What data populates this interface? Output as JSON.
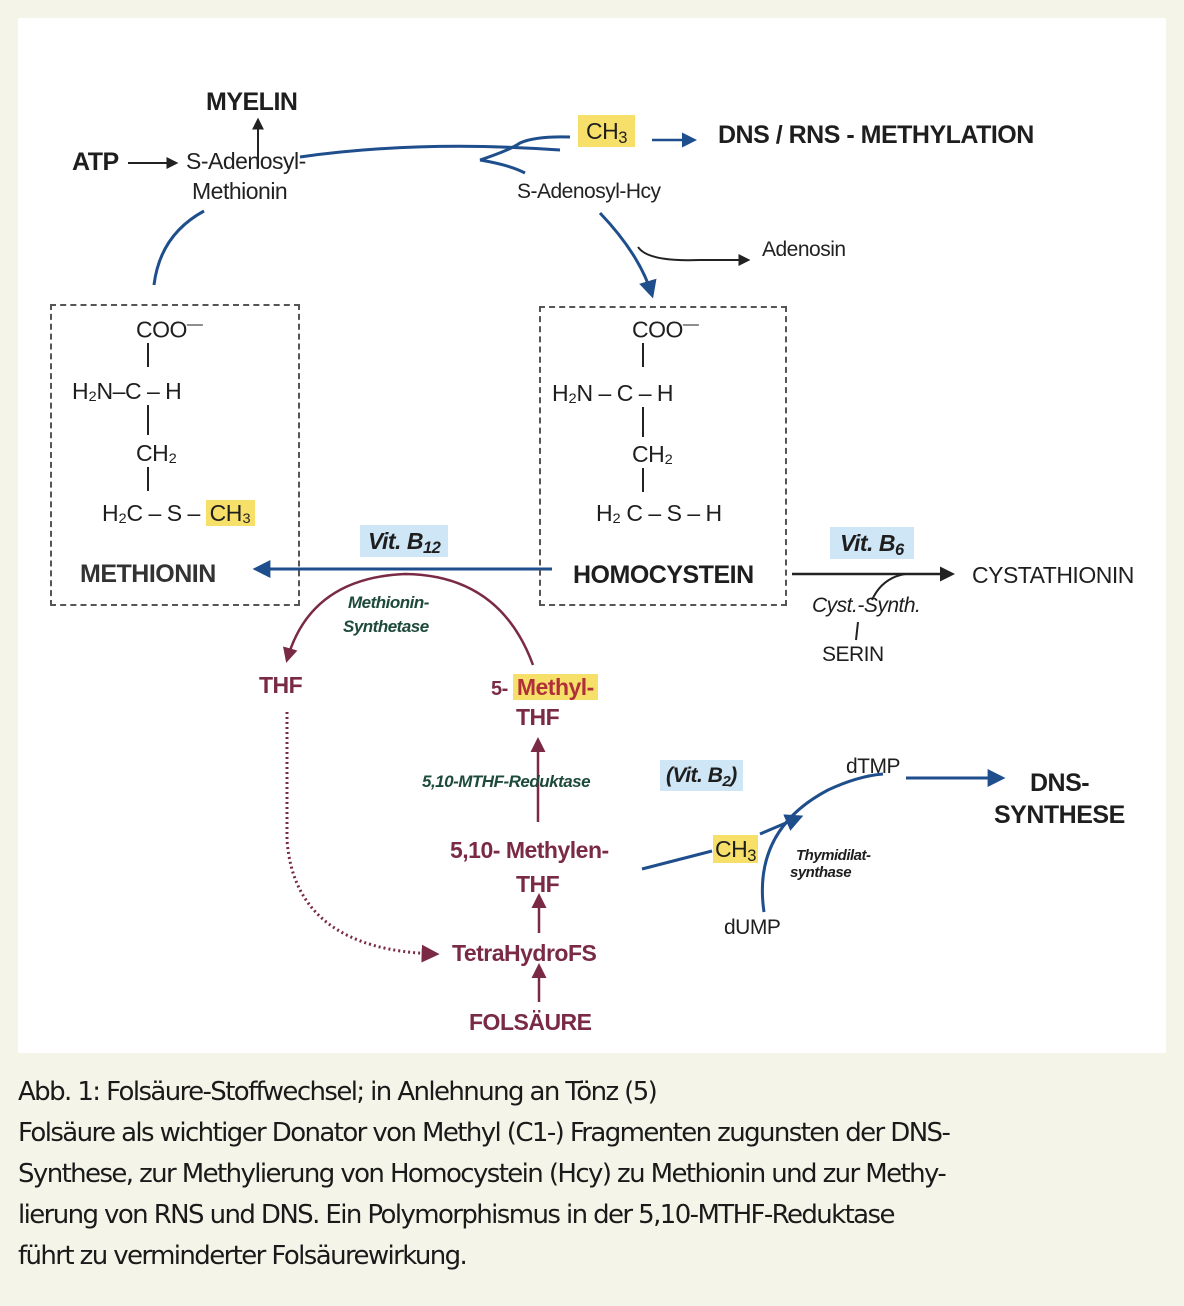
{
  "diagram": {
    "top": {
      "myelin": "MYELIN",
      "atp": "ATP",
      "sam_line1": "S-Adenosyl-",
      "sam_line2": "Methionin",
      "ch3": "CH",
      "ch3_sub": "3",
      "methylation": "DNS / RNS - METHYLATION",
      "sah": "S-Adenosyl-Hcy",
      "adenosin": "Adenosin"
    },
    "methionin_box": {
      "coo": "COO",
      "coo_charge": "—",
      "h2n_c_h": "H₂N–C – H",
      "ch2": "CH₂",
      "h2c_s": "H₂C – S –",
      "ch3": "CH₃",
      "name": "METHIONIN"
    },
    "homocystein_box": {
      "coo": "COO",
      "coo_charge": "—",
      "h2n_c_h": "H₂N – C – H",
      "ch2": "CH₂",
      "h2c_s_h": "H₂ C – S – H",
      "name": "HOMOCYSTEIN"
    },
    "middle": {
      "vit_b12": "Vit.  B",
      "vit_b12_sub": "12",
      "enzyme_line1": "Methionin-",
      "enzyme_line2": "Synthetase",
      "vit_b6": "Vit. B",
      "vit_b6_sub": "6",
      "cystathionin": "CYSTATHIONIN",
      "cyst_synth": "Cyst.-Synth.",
      "serin": "SERIN"
    },
    "folate": {
      "thf": "THF",
      "methyl_thf_prefix": "5- ",
      "methyl_thf_hl": "Methyl-",
      "methyl_thf_line2": "THF",
      "reduktase": "5,10-MTHF-Reduktase",
      "vit_b2": "(Vit. B",
      "vit_b2_sub": "2",
      "vit_b2_close": ")",
      "methylen_line1": "5,10- Methylen-",
      "methylen_line2": "THF",
      "tetrahydro": "TetraHydroFS",
      "folsaeure": "FOLSÄURE",
      "ch3": "CH",
      "ch3_sub": "3",
      "dtmp": "dTMP",
      "dump": "dUMP",
      "thymidilat_line1": "Thymidilat-",
      "thymidilat_line2": "synthase",
      "dns_line1": "DNS-",
      "dns_line2": "SYNTHESE"
    },
    "colors": {
      "blue_arrow": "#1f4e8c",
      "maroon": "#7a2a45",
      "enzyme_green": "#1d4a3a",
      "highlight_yellow": "#f7e06a",
      "highlight_blue": "#cfe6f6",
      "page_bg": "#f4f5e8"
    }
  },
  "caption": {
    "line1": "Abb. 1: Folsäure-Stoffwechsel; in Anlehnung an Tönz (5)",
    "line2": "Folsäure als wichtiger Donator von Methyl (C1-) Fragmenten zugunsten der DNS-",
    "line3": "Synthese, zur Methylierung von Homocystein (Hcy) zu Methionin und zur Methy-",
    "line4": "lierung von RNS und DNS. Ein Polymorphismus in der 5,10-MTHF-Reduktase",
    "line5": "führt zu verminderter Folsäurewirkung."
  }
}
